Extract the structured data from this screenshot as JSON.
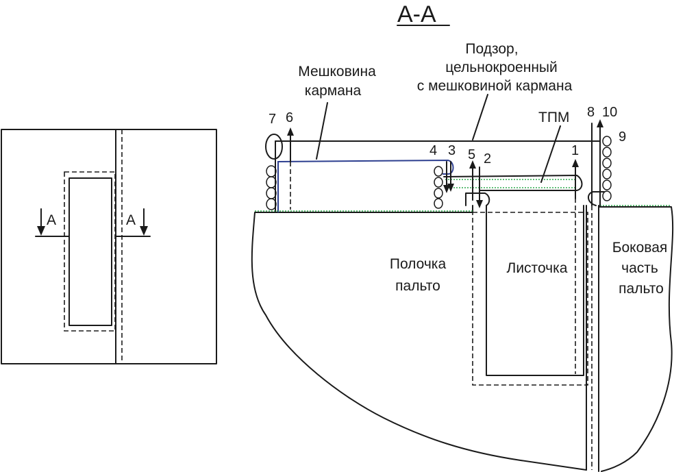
{
  "section_title": "А-А",
  "section_marks": {
    "left": "А",
    "right": "А"
  },
  "labels": {
    "pocket_bag": [
      "Мешковина",
      "кармана"
    ],
    "facing": [
      "Подзор,",
      "цельнокроенный",
      "с мешковиной кармана"
    ],
    "tpm": "ТПМ",
    "front": [
      "Полочка",
      "пальто"
    ],
    "welt": "Листочка",
    "side": [
      "Боковая",
      "часть",
      "пальто"
    ]
  },
  "numbers": [
    "1",
    "2",
    "3",
    "4",
    "5",
    "6",
    "7",
    "8",
    "10",
    "9"
  ]
}
